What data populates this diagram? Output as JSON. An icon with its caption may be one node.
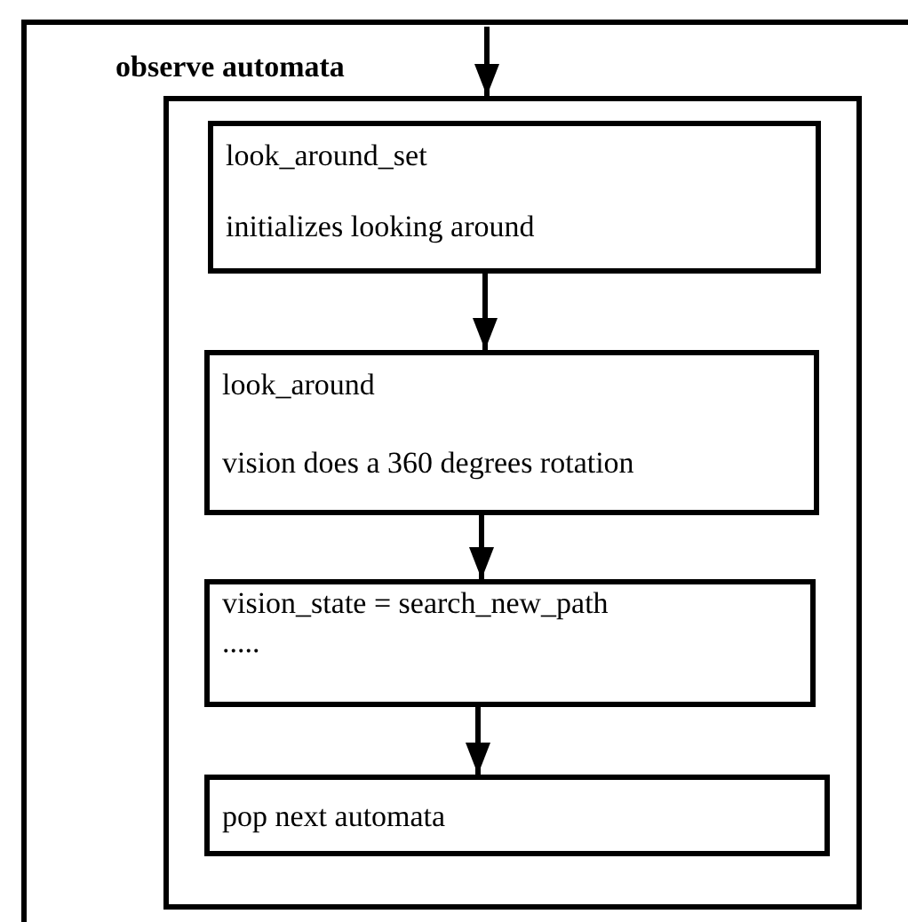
{
  "diagram": {
    "nodes": [
      {
        "text": [
          "observe automata"
        ]
      },
      {
        "text": [],
        "shape": "box",
        "in": 0
      },
      {
        "text": [
          "look_around_set",
          "initializes looking around"
        ],
        "in": 1
      },
      {
        "text": [
          "look_around",
          "vision does a 360 degrees rotation"
        ],
        "in": 1
      },
      {
        "text": [
          "vision_state = search_new_path",
          "....."
        ],
        "in": 1
      },
      {
        "text": [
          "pop next automata"
        ],
        "in": 1
      }
    ],
    "edges": [
      {
        "from": null,
        "to": 1,
        "arrow": "to"
      },
      {
        "from": 2,
        "to": 3,
        "arrow": "to"
      },
      {
        "from": 3,
        "to": 4,
        "arrow": "to"
      },
      {
        "from": 4,
        "to": 5,
        "arrow": "to"
      }
    ]
  }
}
